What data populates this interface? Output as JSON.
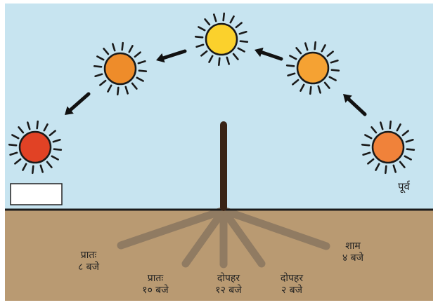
{
  "colors": {
    "sky": "#c7e4f0",
    "ground": "#b99a72",
    "horizon": "#1a1a1a",
    "pole": "#3a2416",
    "shadow": "#8a7660",
    "arrow": "#111111",
    "sun_outline": "#1a1a1a",
    "sun_morning": "#f0823a",
    "sun_mid_morning": "#f5a233",
    "sun_noon": "#fbd12c",
    "sun_afternoon": "#ee8c2a",
    "sun_evening": "#e14225"
  },
  "labels": {
    "east": "पूर्व",
    "t8am": {
      "line1": "प्रातः",
      "line2": "८ बजे"
    },
    "t10am": {
      "line1": "प्रातः",
      "line2": "१० बजे"
    },
    "t12pm": {
      "line1": "दोपहर",
      "line2": "१२ बजे"
    },
    "t2pm": {
      "line1": "दोपहर",
      "line2": "२ बजे"
    },
    "t4pm": {
      "line1": "शाम",
      "line2": "४ बजे"
    }
  },
  "answer_box": {
    "value": ""
  }
}
